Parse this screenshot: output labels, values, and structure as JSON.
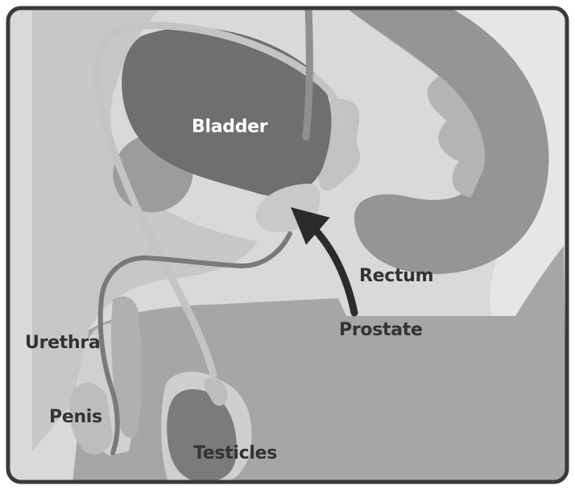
{
  "diagram": {
    "labels": {
      "bladder": "Bladder",
      "rectum": "Rectum",
      "prostate": "Prostate",
      "urethra": "Urethra",
      "penis": "Penis",
      "testicles": "Testicles"
    },
    "colors": {
      "frame_border": "#3a3a3a",
      "background_body": "#a9a9a9",
      "light_tissue": "#d0d0d0",
      "mid_tissue": "#9a9a9a",
      "bladder_fill": "#6f6f6f",
      "testicle_fill": "#7b7b7b",
      "prostate_fill": "#c9c9c9",
      "urethra_stroke": "#7a7a7a",
      "arrow": "#2b2b2b",
      "label_light": "#ffffff",
      "label_dark": "#333333"
    }
  }
}
